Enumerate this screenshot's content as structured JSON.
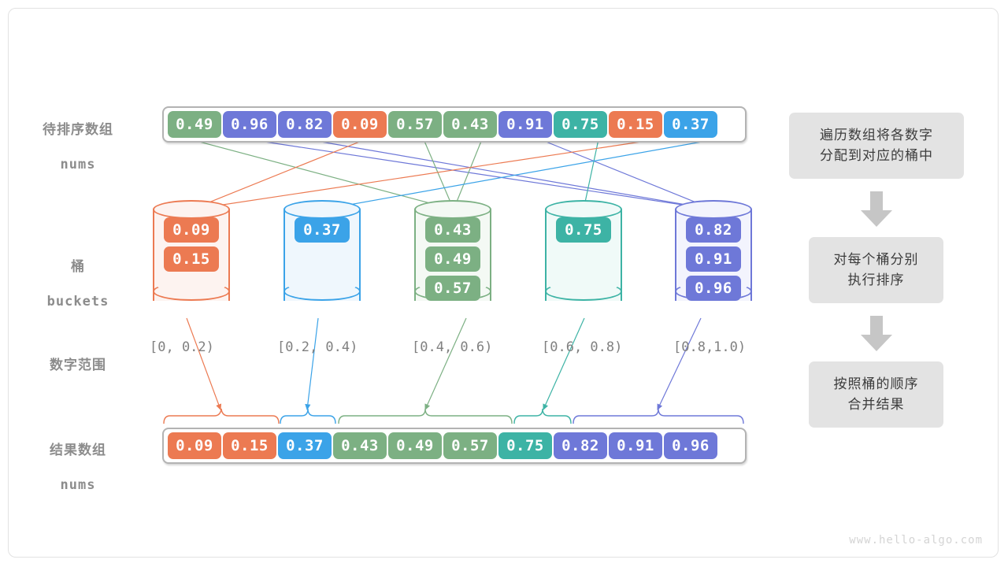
{
  "diagram": {
    "watermark": "www.hello-algo.com",
    "labels": {
      "source_cn": "待排序数组",
      "source_en": "nums",
      "buckets_cn": "桶",
      "buckets_en": "buckets",
      "range_cn": "数字范围",
      "result_cn": "结果数组",
      "result_en": "nums"
    },
    "colors": {
      "orange": "#ec7a52",
      "blue": "#3ba3e8",
      "green": "#7cb083",
      "teal": "#3db3a5",
      "purple": "#6e78d8",
      "box_bg": "#e3e3e3",
      "arrow_gray": "#c6c6c6",
      "label_gray": "#8c8c8c"
    },
    "source_array": [
      {
        "value": "0.49",
        "color": "green"
      },
      {
        "value": "0.96",
        "color": "purple"
      },
      {
        "value": "0.82",
        "color": "purple"
      },
      {
        "value": "0.09",
        "color": "orange"
      },
      {
        "value": "0.57",
        "color": "green"
      },
      {
        "value": "0.43",
        "color": "green"
      },
      {
        "value": "0.91",
        "color": "purple"
      },
      {
        "value": "0.75",
        "color": "teal"
      },
      {
        "value": "0.15",
        "color": "orange"
      },
      {
        "value": "0.37",
        "color": "blue"
      }
    ],
    "buckets": [
      {
        "color": "orange",
        "range": "[0, 0.2)",
        "items": [
          "0.09",
          "0.15"
        ]
      },
      {
        "color": "blue",
        "range": "[0.2, 0.4)",
        "items": [
          "0.37"
        ]
      },
      {
        "color": "green",
        "range": "[0.4, 0.6)",
        "items": [
          "0.43",
          "0.49",
          "0.57"
        ]
      },
      {
        "color": "teal",
        "range": "[0.6, 0.8)",
        "items": [
          "0.75"
        ]
      },
      {
        "color": "purple",
        "range": "[0.8,1.0)",
        "items": [
          "0.82",
          "0.91",
          "0.96"
        ]
      }
    ],
    "result_array": [
      {
        "value": "0.09",
        "color": "orange"
      },
      {
        "value": "0.15",
        "color": "orange"
      },
      {
        "value": "0.37",
        "color": "blue"
      },
      {
        "value": "0.43",
        "color": "green"
      },
      {
        "value": "0.49",
        "color": "green"
      },
      {
        "value": "0.57",
        "color": "green"
      },
      {
        "value": "0.75",
        "color": "teal"
      },
      {
        "value": "0.82",
        "color": "purple"
      },
      {
        "value": "0.91",
        "color": "purple"
      },
      {
        "value": "0.96",
        "color": "purple"
      }
    ],
    "flow_steps": [
      {
        "line1": "遍历数组将各数字",
        "line2": "分配到对应的桶中"
      },
      {
        "line1": "对每个桶分别",
        "line2": "执行排序"
      },
      {
        "line1": "按照桶的顺序",
        "line2": "合并结果"
      }
    ]
  }
}
